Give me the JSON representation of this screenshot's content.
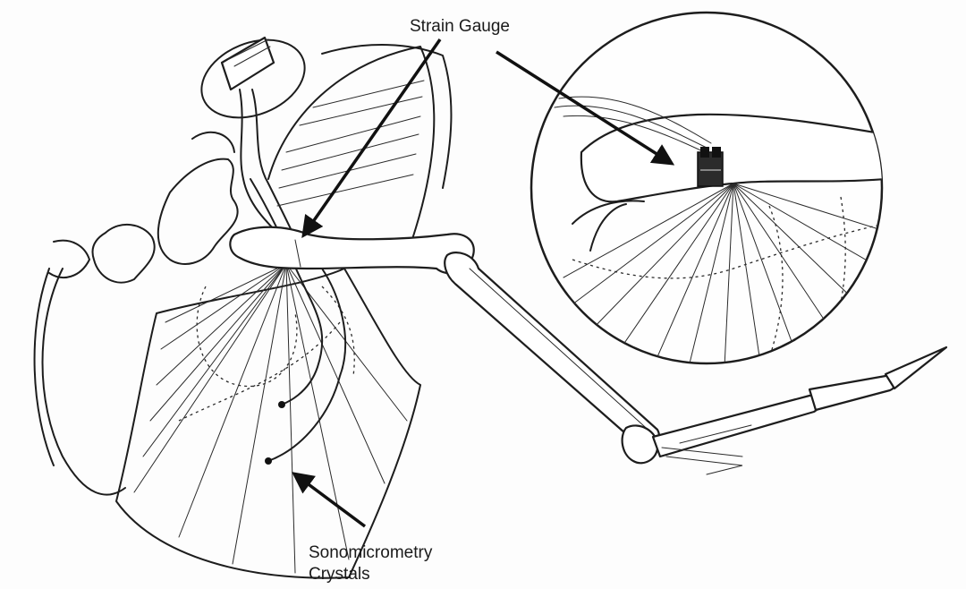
{
  "labels": {
    "strain_gauge": "Strain Gauge",
    "sono_line1": "Sonomicrometry",
    "sono_line2": "Crystals"
  },
  "colors": {
    "ink": "#1d1d1d",
    "background": "#fdfdfd"
  }
}
